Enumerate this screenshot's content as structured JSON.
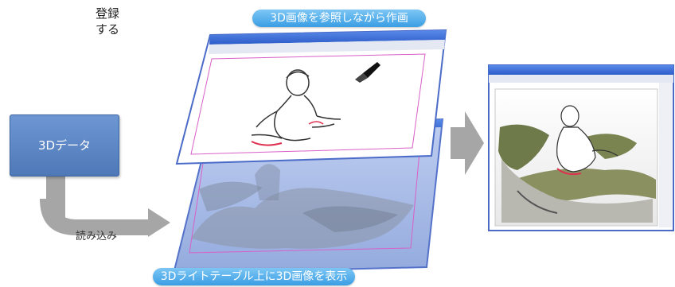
{
  "corner_text": [
    "登録",
    "する"
  ],
  "top_label": "3D画像を参照しながら作画",
  "bottom_label": "3Dライトテーブル上に3D画像を表示",
  "data_box_label": "3Dデータ",
  "load_label": "読み込み",
  "colors": {
    "pill_blue": "#4aa8ea",
    "box_blue": "#5b86c5",
    "arrow_gray": "#a6a6a6",
    "window_title_blue": "#3f6fd8",
    "lighttable_blue": "#a9bde8"
  }
}
